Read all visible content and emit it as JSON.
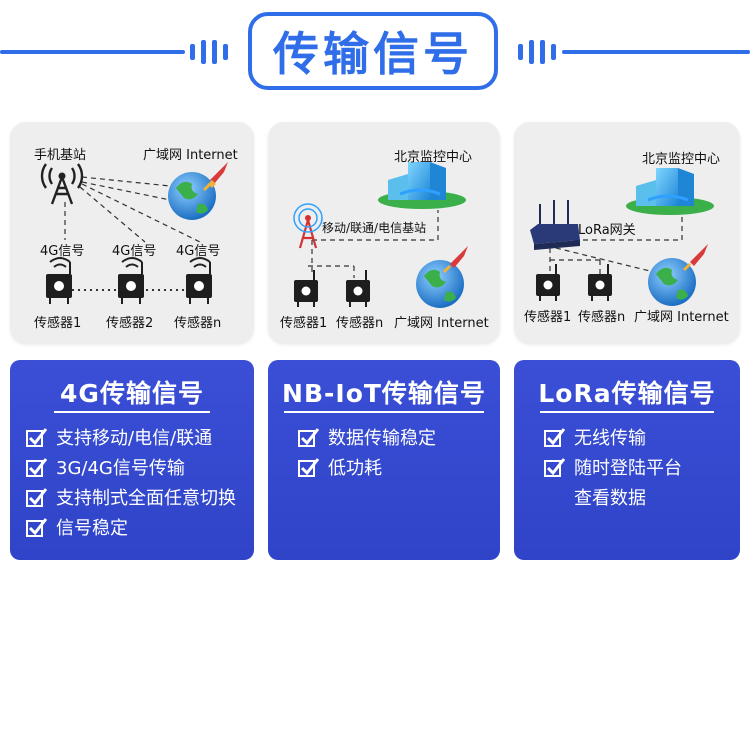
{
  "header": {
    "title": "传输信号"
  },
  "colors": {
    "accent": "#2f6ee8",
    "panel": "#3a4fd6",
    "card": "#eeeeee"
  },
  "cards": [
    {
      "tower_label": "手机基站",
      "internet_label": "广域网 Internet",
      "signal_labels": [
        "4G信号",
        "4G信号",
        "4G信号"
      ],
      "sensor_labels": [
        "传感器1",
        "传感器2",
        "传感器n"
      ]
    },
    {
      "center_label": "北京监控中心",
      "station_label": "移动/联通/电信基站",
      "sensor_labels": [
        "传感器1",
        "传感器n"
      ],
      "internet_label": "广域网 Internet"
    },
    {
      "center_label": "北京监控中心",
      "gateway_label": "LoRa网关",
      "sensor_labels": [
        "传感器1",
        "传感器n"
      ],
      "internet_label": "广域网 Internet"
    }
  ],
  "panels": [
    {
      "title": "4G传输信号",
      "items": [
        "支持移动/电信/联通",
        "3G/4G信号传输",
        "支持制式全面任意切换",
        "信号稳定"
      ]
    },
    {
      "title": "NB-IoT传输信号",
      "items": [
        "数据传输稳定",
        "低功耗"
      ]
    },
    {
      "title": "LoRa传输信号",
      "items": [
        "无线传输",
        "随时登陆平台"
      ],
      "continuation": "查看数据"
    }
  ],
  "icons": [
    "antenna-tower-icon",
    "globe-icon",
    "rocket-icon",
    "sensor-icon",
    "wifi-signal-icon",
    "building-icon",
    "router-icon",
    "checkbox-check-icon"
  ]
}
